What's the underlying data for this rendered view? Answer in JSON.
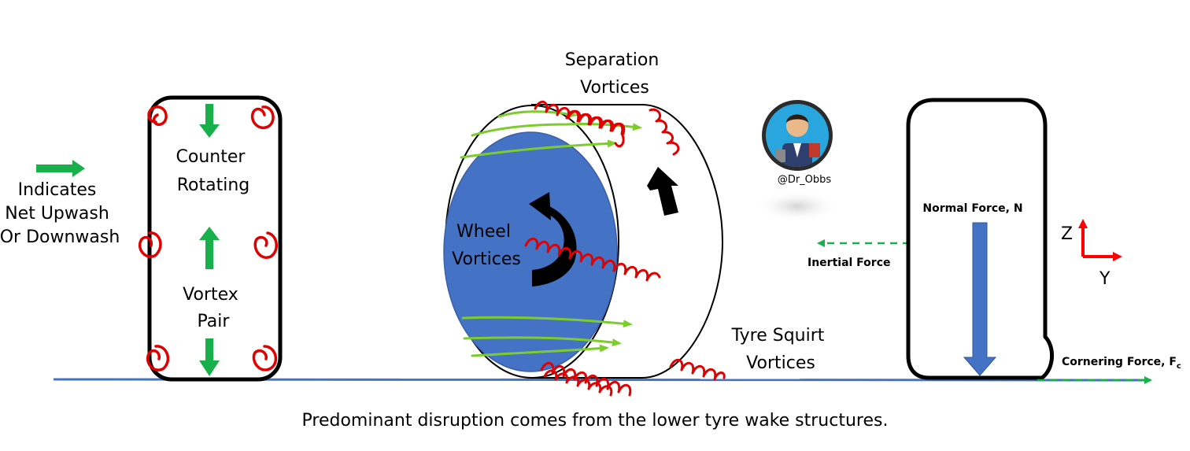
{
  "labels": {
    "legend": [
      "Indicates",
      "Net Upwash",
      "Or Downwash"
    ],
    "counter_rotating": [
      "Counter",
      "Rotating"
    ],
    "vortex_pair": [
      "Vortex",
      "Pair"
    ],
    "separation_vortices": [
      "Separation",
      "Vortices"
    ],
    "wheel_vortices": [
      "Wheel",
      "Vortices"
    ],
    "tyre_squirt_vortices": [
      "Tyre Squirt",
      "Vortices"
    ],
    "handle": "@Dr_Obbs",
    "normal_force": "Normal Force, N",
    "inertial_force": "Inertial Force",
    "cornering_force": "Cornering Force, F",
    "cornering_force_sub": "c",
    "axis_z": "Z",
    "axis_y": "Y",
    "caption": "Predominant disruption comes from the lower tyre wake structures."
  },
  "colors": {
    "green_arrow": "#18b04a",
    "red_vortex": "#e00000",
    "wheel_face": "#4472c4",
    "flow_line": "#7ccc2c",
    "ground": "#4472c4",
    "force_arrow": "#4472c4",
    "axis_red": "#ff0000"
  },
  "icons": {
    "avatar": "avatar-icon"
  }
}
